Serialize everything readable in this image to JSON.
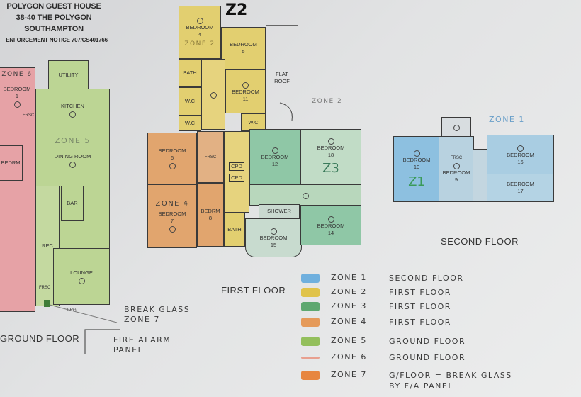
{
  "header": {
    "line1": "POLYGON GUEST HOUSE",
    "line2": "38-40 THE POLYGON",
    "line3": "SOUTHAMPTON",
    "line4": "ENFORCEMENT NOTICE 707/CS401766"
  },
  "colors": {
    "zone1": "#7fb7dc",
    "zone2": "#e2cf70",
    "zone3": "#8fc7a6",
    "zone4": "#e1a56e",
    "zone5": "#bcd594",
    "zone6": "#e6a2a6",
    "zone7": "#e38a4a"
  },
  "ground_floor": {
    "label": "GROUND FLOOR",
    "zone_label": "ZONE 6",
    "zone5_label": "ZONE 5",
    "rooms": {
      "bedroom1": "BEDROOM\n1",
      "bedrm": "BEDRM",
      "utility": "UTILITY",
      "kitchen": "KITCHEN",
      "dining": "DINING ROOM",
      "rec": "REC",
      "bar": "BAR",
      "lounge": "LOUNGE"
    },
    "frsc": "FRSC",
    "frg": "FRG"
  },
  "first_floor": {
    "label": "FIRST FLOOR",
    "z2_mark": "Z2",
    "zone2_label": "ZONE 2",
    "zone2_note": "ZONE 2",
    "zone4_label": "ZONE 4",
    "z3_mark": "Z3",
    "flat_roof": "FLAT\nROOF",
    "rooms": {
      "bedroom4": "BEDROOM\n4",
      "bedroom5": "BEDROOM\n5",
      "bath_top": "BATH",
      "bedroom11": "BEDROOM\n11",
      "wc1": "W.C",
      "wc2": "W.C",
      "wc3": "W.C",
      "bedroom6": "BEDROOM\n6",
      "bedroom7": "BEDROOM\n7",
      "bedrm8": "BEDRM\n8",
      "bath": "BATH",
      "cpd1": "CPD",
      "cpd2": "CPD",
      "bedroom12": "BEDROOM\n12",
      "bedroom18": "BEDROOM\n18",
      "shower": "SHOWER",
      "bedroom15": "BEDROOM\n15",
      "bedroom14": "BEDROOM\n14"
    },
    "frsc": "FRSC"
  },
  "second_floor": {
    "label": "SECOND FLOOR",
    "zone_label": "ZONE 1",
    "z1_mark": "Z1",
    "rooms": {
      "bedroom10": "BEDROOM\n10",
      "bedroom9": "BEDROOM\n9",
      "bedroom16": "BEDROOM\n16",
      "bedroom17": "BEDROOM\n17"
    },
    "frsc": "FRSC"
  },
  "annotations": {
    "break_glass": "BREAK GLASS\nZONE 7",
    "fire_alarm_panel": "FIRE ALARM\nPANEL"
  },
  "legend": [
    {
      "zone": "ZONE 1",
      "desc": "SECOND FLOOR",
      "color": "#6fb0de"
    },
    {
      "zone": "ZONE 2",
      "desc": "FIRST FLOOR",
      "color": "#e0c34a"
    },
    {
      "zone": "ZONE 3",
      "desc": "FIRST FLOOR",
      "color": "#5ea870"
    },
    {
      "zone": "ZONE 4",
      "desc": "FIRST FLOOR",
      "color": "#e59a5a"
    },
    {
      "zone": "ZONE 5",
      "desc": "GROUND FLOOR",
      "color": "#93bf5c"
    },
    {
      "zone": "ZONE 6",
      "desc": "GROUND FLOOR",
      "color": "#e8a090"
    },
    {
      "zone": "ZONE 7",
      "desc": "G/FLOOR = BREAK GLASS\nBY F/A PANEL",
      "color": "#e78640"
    }
  ]
}
